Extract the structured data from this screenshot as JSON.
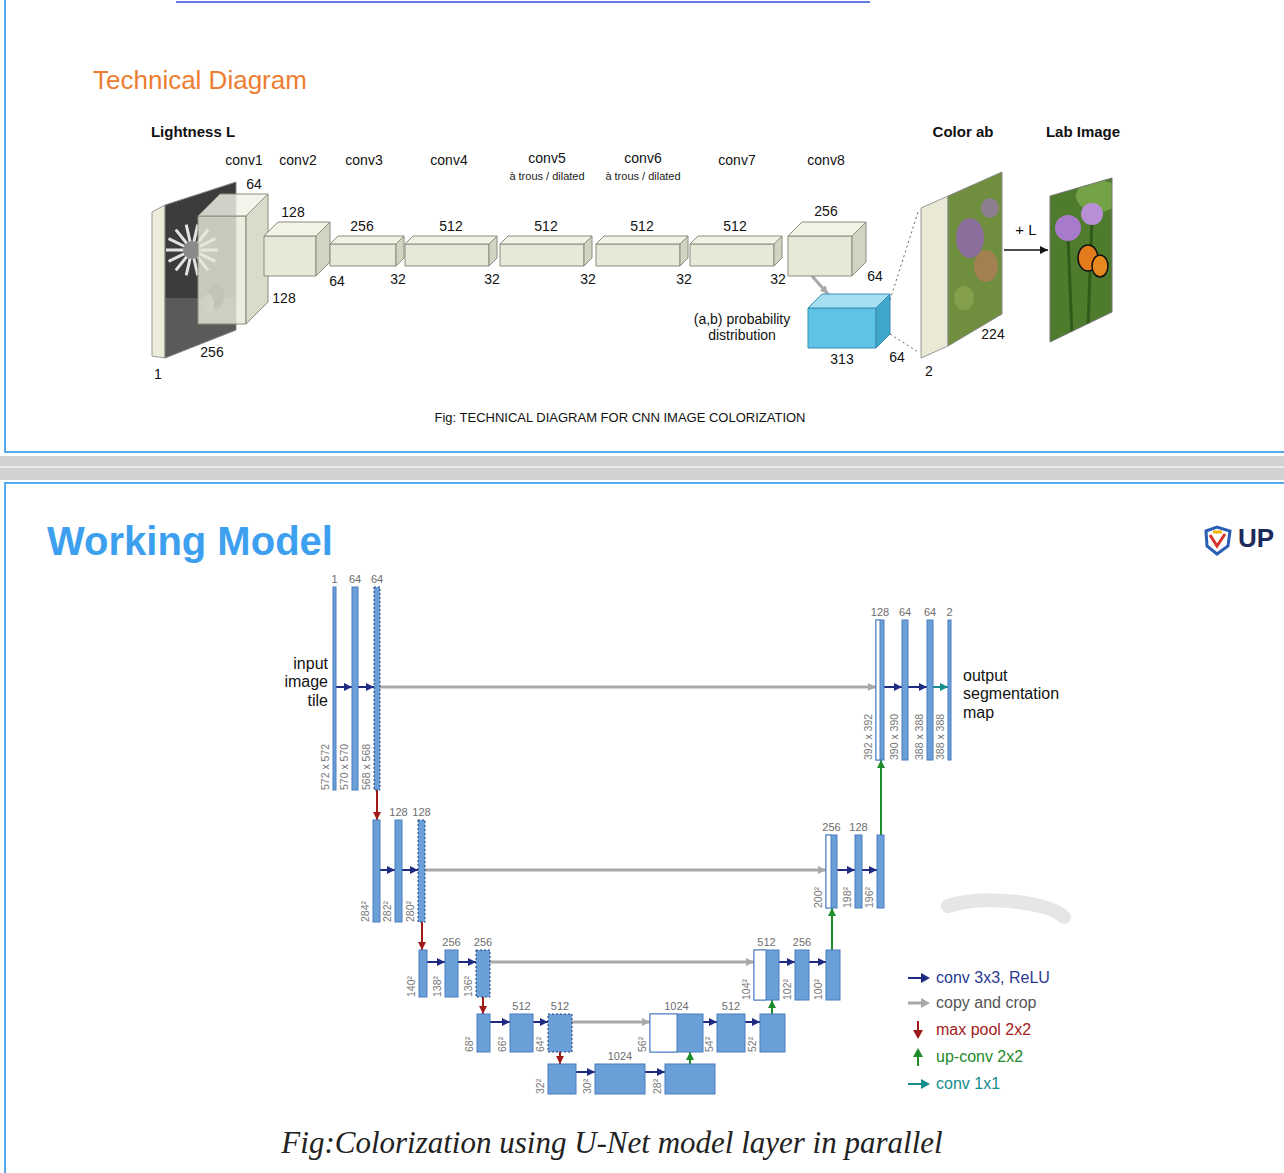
{
  "diagram": {
    "nodes": [
      {
        "text": [
          "Technical Diagram",
          "Fig: TECHNICAL DIAGRAM FOR CNN IMAGE COLORIZATION"
        ]
      },
      {
        "text": [
          "Lightness L",
          "256",
          "1"
        ],
        "in": 0
      },
      {
        "text": [
          "conv1",
          "64",
          "128"
        ],
        "in": 0
      },
      {
        "text": [
          "conv2",
          "128",
          "64"
        ],
        "in": 0
      },
      {
        "text": [
          "conv3",
          "256",
          "32"
        ],
        "in": 0
      },
      {
        "text": [
          "conv4",
          "512",
          "32"
        ],
        "in": 0
      },
      {
        "text": [
          "conv5",
          "à trous / dilated",
          "512",
          "32"
        ],
        "in": 0
      },
      {
        "text": [
          "conv6",
          "à trous / dilated",
          "512",
          "32"
        ],
        "in": 0
      },
      {
        "text": [
          "conv7",
          "512",
          "32"
        ],
        "in": 0
      },
      {
        "text": [
          "conv8",
          "256",
          "64"
        ],
        "in": 0
      },
      {
        "text": [
          "(a,b) probability distribution",
          "313",
          "64"
        ],
        "in": 0
      },
      {
        "text": [
          "Color ab",
          "224",
          "2"
        ],
        "in": 0
      },
      {
        "text": [
          "Lab Image"
        ],
        "in": 0
      },
      {
        "text": [
          "Working Model",
          "Fig:Colorization using U-Net model layer in parallel"
        ]
      },
      {
        "text": [
          "1",
          "572 x 572"
        ],
        "in": 13
      },
      {
        "text": [
          "64",
          "570 x 570"
        ],
        "in": 13
      },
      {
        "text": [
          "64",
          "568 x 568"
        ],
        "in": 13
      },
      {
        "text": [
          "128",
          "392 x 392"
        ],
        "in": 13
      },
      {
        "text": [
          "64",
          "390 x 390"
        ],
        "in": 13
      },
      {
        "text": [
          "64",
          "388 x 388"
        ],
        "in": 13
      },
      {
        "text": [
          "2",
          "388 x 388"
        ],
        "in": 13
      },
      {
        "text": [
          "284²"
        ],
        "in": 13
      },
      {
        "text": [
          "128",
          "282²"
        ],
        "in": 13
      },
      {
        "text": [
          "128",
          "280²"
        ],
        "in": 13
      },
      {
        "text": [
          "256",
          "200²"
        ],
        "in": 13
      },
      {
        "text": [
          "128",
          "198²"
        ],
        "in": 13
      },
      {
        "text": [
          "196²"
        ],
        "in": 13
      },
      {
        "text": [
          "140²"
        ],
        "in": 13
      },
      {
        "text": [
          "256",
          "138²"
        ],
        "in": 13
      },
      {
        "text": [
          "256",
          "136²"
        ],
        "in": 13
      },
      {
        "text": [
          "512",
          "104²"
        ],
        "in": 13
      },
      {
        "text": [
          "256",
          "102²"
        ],
        "in": 13
      },
      {
        "text": [
          "100²"
        ],
        "in": 13
      },
      {
        "text": [
          "68²"
        ],
        "in": 13
      },
      {
        "text": [
          "512",
          "66²"
        ],
        "in": 13
      },
      {
        "text": [
          "512",
          "64²"
        ],
        "in": 13
      },
      {
        "text": [
          "1024",
          "56²"
        ],
        "in": 13
      },
      {
        "text": [
          "512",
          "54²"
        ],
        "in": 13
      },
      {
        "text": [
          "52²"
        ],
        "in": 13
      },
      {
        "text": [
          "32²"
        ],
        "in": 13
      },
      {
        "text": [
          "1024",
          "30²"
        ],
        "in": 13
      },
      {
        "text": [
          "28²"
        ],
        "in": 13
      }
    ],
    "edges": [
      {
        "from": 9,
        "to": 10,
        "arrow": "to"
      },
      {
        "from": 10,
        "to": 11,
        "arrow": "none"
      },
      {
        "from": 11,
        "to": 12,
        "label": "+ L",
        "arrow": "to"
      },
      {
        "from": 14,
        "to": 15,
        "arrow": "to"
      },
      {
        "from": 15,
        "to": 16,
        "arrow": "to"
      },
      {
        "from": 16,
        "to": 17,
        "arrow": "to"
      },
      {
        "from": 17,
        "to": 18,
        "arrow": "to"
      },
      {
        "from": 18,
        "to": 19,
        "arrow": "to"
      },
      {
        "from": 19,
        "to": 20,
        "arrow": "to"
      },
      {
        "from": 16,
        "to": 21,
        "arrow": "to"
      },
      {
        "from": 21,
        "to": 22,
        "arrow": "to"
      },
      {
        "from": 22,
        "to": 23,
        "arrow": "to"
      },
      {
        "from": 23,
        "to": 24,
        "arrow": "to"
      },
      {
        "from": 24,
        "to": 25,
        "arrow": "to"
      },
      {
        "from": 25,
        "to": 26,
        "arrow": "to"
      },
      {
        "from": 26,
        "to": 17,
        "arrow": "to"
      },
      {
        "from": 23,
        "to": 27,
        "arrow": "to"
      },
      {
        "from": 27,
        "to": 28,
        "arrow": "to"
      },
      {
        "from": 28,
        "to": 29,
        "arrow": "to"
      },
      {
        "from": 29,
        "to": 30,
        "arrow": "to"
      },
      {
        "from": 30,
        "to": 31,
        "arrow": "to"
      },
      {
        "from": 31,
        "to": 32,
        "arrow": "to"
      },
      {
        "from": 32,
        "to": 24,
        "arrow": "to"
      },
      {
        "from": 29,
        "to": 33,
        "arrow": "to"
      },
      {
        "from": 33,
        "to": 34,
        "arrow": "to"
      },
      {
        "from": 34,
        "to": 35,
        "arrow": "to"
      },
      {
        "from": 35,
        "to": 36,
        "arrow": "to"
      },
      {
        "from": 36,
        "to": 37,
        "arrow": "to"
      },
      {
        "from": 37,
        "to": 38,
        "arrow": "to"
      },
      {
        "from": 38,
        "to": 30,
        "arrow": "to"
      },
      {
        "from": 35,
        "to": 39,
        "arrow": "to"
      },
      {
        "from": 39,
        "to": 40,
        "arrow": "to"
      },
      {
        "from": 40,
        "to": 41,
        "arrow": "to"
      },
      {
        "from": 41,
        "to": 36,
        "arrow": "to"
      }
    ],
    "labels": [
      "input image tile",
      "output segmentation map",
      "UP"
    ],
    "legend": [
      {
        "text": "conv 3x3, ReLU"
      },
      {
        "text": "copy and crop"
      },
      {
        "text": "max pool 2x2"
      },
      {
        "text": "up-conv 2x2"
      },
      {
        "text": "conv 1x1"
      }
    ]
  }
}
